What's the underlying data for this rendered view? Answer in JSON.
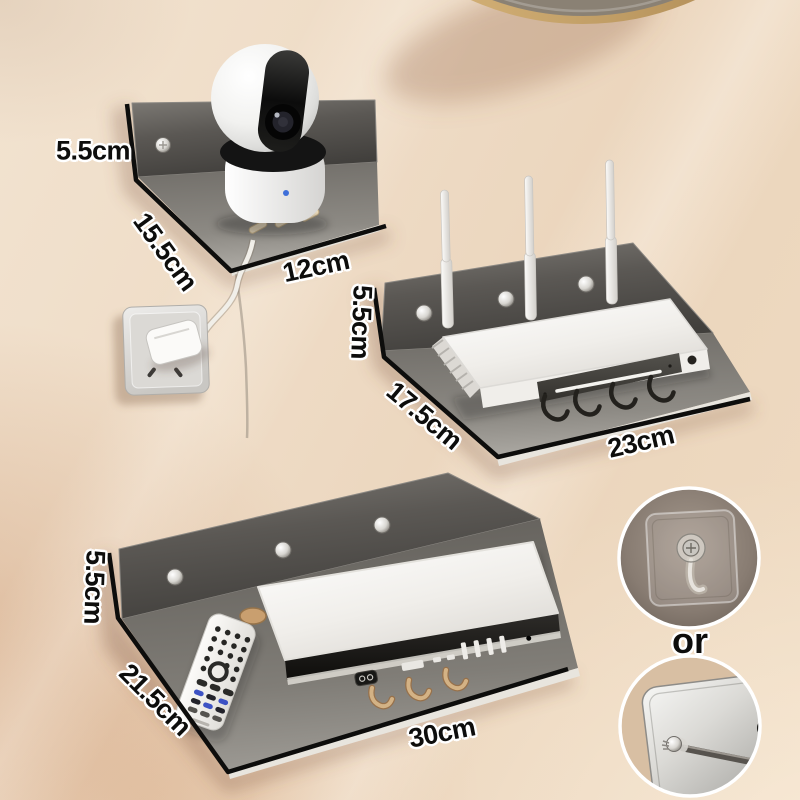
{
  "product_annotations": {
    "camera_shelf": {
      "height": "5.5cm",
      "depth": "15.5cm",
      "width": "12cm"
    },
    "router_shelf": {
      "height": "5.5cm",
      "depth": "17.5cm",
      "width": "23cm"
    },
    "media_shelf": {
      "height": "5.5cm",
      "depth": "21.5cm",
      "width": "30cm"
    },
    "mount_options_separator": "or"
  },
  "scene_objects": [
    "wall-clock-edge",
    "security-camera",
    "small-wall-shelf",
    "power-outlet",
    "power-plug-with-cable",
    "wifi-router-with-antennas",
    "medium-wall-shelf",
    "large-wall-shelf",
    "tv-set-top-box",
    "remote-control",
    "adhesive-hook-mount-detail",
    "screw-mount-detail"
  ],
  "colors": {
    "wall": "#eedcc5",
    "shelf_plate_dark": "#4a4844",
    "shelf_surface": "#8d8a84",
    "device_white": "#f6f5f2",
    "annotation_text": "#0d0d0c",
    "annotation_outline": "#ffffff",
    "led_blue": "#3f6fd9",
    "gold_rim": "#bd9a63"
  }
}
